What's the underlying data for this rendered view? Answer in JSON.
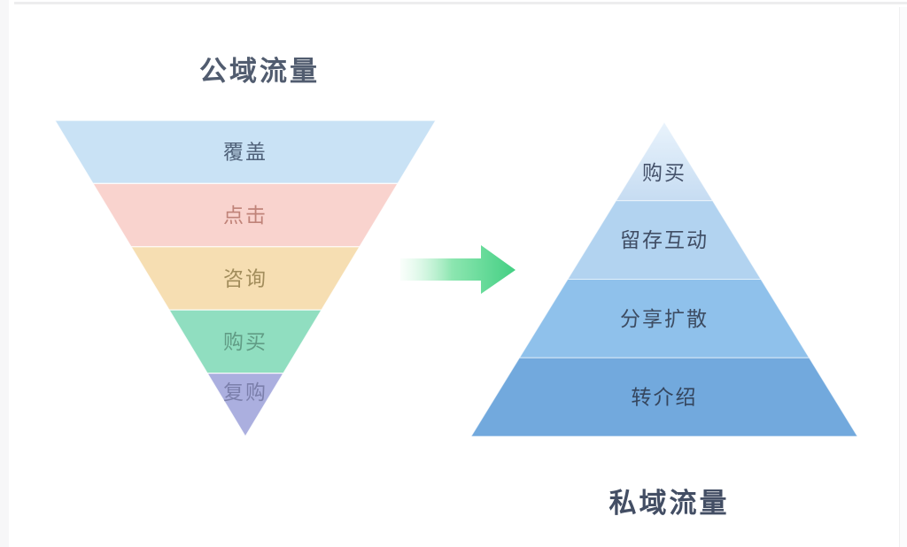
{
  "funnel": {
    "title": "公域流量",
    "title_color": "#515c6f",
    "layers": [
      {
        "label": "覆盖",
        "fill": "#c9e2f5",
        "text_color": "#4e6078"
      },
      {
        "label": "点击",
        "fill": "#f9d3ce",
        "text_color": "#c08379"
      },
      {
        "label": "咨询",
        "fill": "#f6deb2",
        "text_color": "#a28d5c"
      },
      {
        "label": "购买",
        "fill": "#90dec0",
        "text_color": "#619c85"
      },
      {
        "label": "复购",
        "fill": "#abafdf",
        "text_color": "#7b7fab"
      }
    ]
  },
  "arrow": {
    "name": "transfer-arrow",
    "color_start": "#f2fdf6",
    "color_mid": "#8ce6b0",
    "color_end": "#43cf83"
  },
  "pyramid": {
    "title": "私域流量",
    "title_color": "#434e64",
    "layers": [
      {
        "label": "购买",
        "fill": "#c6dcf2",
        "fill_top": "#e9f3fc",
        "text_color": "#45526b"
      },
      {
        "label": "留存互动",
        "fill": "#b2d3f0",
        "text_color": "#404d64"
      },
      {
        "label": "分享扩散",
        "fill": "#8fc1eb",
        "text_color": "#3d4c62"
      },
      {
        "label": "转介绍",
        "fill": "#72a9dd",
        "text_color": "#35465e"
      }
    ]
  },
  "chart_data": [
    {
      "type": "funnel",
      "title": "公域流量",
      "stages": [
        "覆盖",
        "点击",
        "咨询",
        "购买",
        "复购"
      ],
      "orientation": "inverted-triangle",
      "colors": [
        "#c9e2f5",
        "#f9d3ce",
        "#f6deb2",
        "#90dec0",
        "#abafdf"
      ]
    },
    {
      "type": "pyramid",
      "title": "私域流量",
      "stages": [
        "购买",
        "留存互动",
        "分享扩散",
        "转介绍"
      ],
      "orientation": "triangle",
      "colors": [
        "#c6dcf2",
        "#b2d3f0",
        "#8fc1eb",
        "#72a9dd"
      ]
    }
  ]
}
